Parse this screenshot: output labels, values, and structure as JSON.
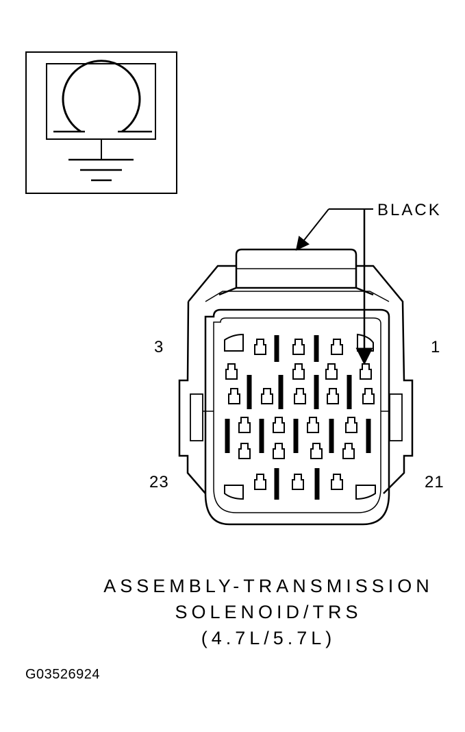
{
  "wire_color_label": "BLACK",
  "pin_labels": {
    "top_left": "3",
    "top_right": "1",
    "bottom_left": "23",
    "bottom_right": "21"
  },
  "connector_title": {
    "line1": "ASSEMBLY-TRANSMISSION",
    "line2": "SOLENOID/TRS",
    "line3": "(4.7L/5.7L)"
  },
  "figure_id": "G03526924",
  "colors": {
    "line": "#000000",
    "background": "#ffffff"
  }
}
